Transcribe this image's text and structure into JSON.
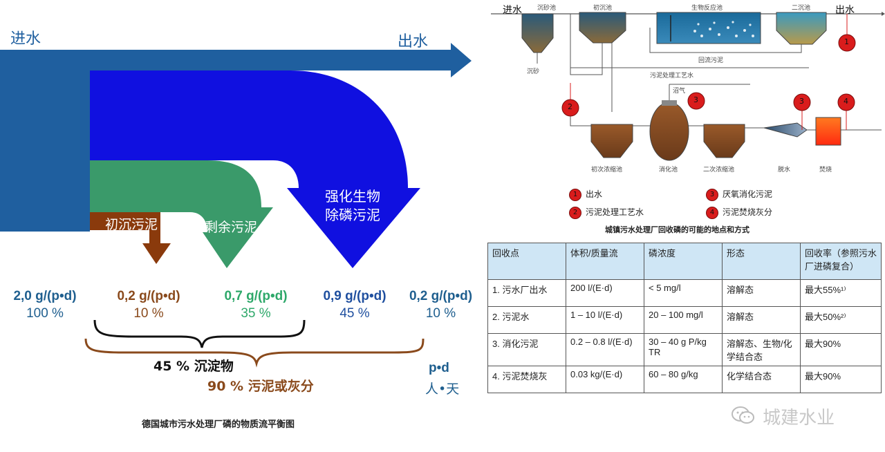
{
  "sankey": {
    "label_in": "进水",
    "label_out": "出水",
    "flow_primary": "初沉污泥",
    "flow_excess": "剩余污泥",
    "flow_bio_line1": "强化生物",
    "flow_bio_line2": "除磷污泥",
    "values": [
      {
        "mass": "2,0 g/(p•d)",
        "pct": "100 %",
        "color": "#1f5f8f"
      },
      {
        "mass": "0,2 g/(p•d)",
        "pct": "10 %",
        "color": "#8a4a1c"
      },
      {
        "mass": "0,7 g/(p•d)",
        "pct": "35 %",
        "color": "#2ea86a"
      },
      {
        "mass": "0,9 g/(p•d)",
        "pct": "45 %",
        "color": "#1f4f9f"
      },
      {
        "mass": "0,2 g/(p•d)",
        "pct": "10 %",
        "color": "#1f5f8f"
      }
    ],
    "sum_sediment": "45 % 沉淀物",
    "sum_sludge": "90 % 污泥或灰分",
    "unit_line1": "p•d",
    "unit_line2": "人•天",
    "caption": "德国城市污水处理厂磷的物质流平衡图"
  },
  "process": {
    "in": "进水",
    "out": "出水",
    "grit_tank": "沉砂池",
    "grit": "沉砂",
    "primary_tank": "初沉池",
    "bio_tank": "生物反应池",
    "secondary_tank": "二沉池",
    "return_sludge": "回流污泥",
    "process_water": "污泥处理工艺水",
    "biogas": "沼气",
    "thickener1": "初次浓缩池",
    "digester": "消化池",
    "thickener2": "二次浓缩池",
    "dewater": "脱水",
    "incinerate": "焚烧",
    "markers": [
      "1",
      "2",
      "3",
      "3",
      "4"
    ],
    "legend": [
      {
        "num": "1",
        "text": "出水"
      },
      {
        "num": "3",
        "text": "厌氧消化污泥"
      },
      {
        "num": "2",
        "text": "污泥处理工艺水"
      },
      {
        "num": "4",
        "text": "污泥焚烧灰分"
      }
    ],
    "caption": "城镇污水处理厂回收磷的可能的地点和方式"
  },
  "table": {
    "headers": [
      "回收点",
      "体积/质量流",
      "磷浓度",
      "形态",
      "回收率（参照污水厂进磷复合）"
    ],
    "rows": [
      [
        "1. 污水厂出水",
        "200 l/(E·d)",
        "< 5 mg/l",
        "溶解态",
        "最大55%¹⁾"
      ],
      [
        "2. 污泥水",
        "1 – 10 l/(E·d)",
        "20 – 100 mg/l",
        "溶解态",
        "最大50%²⁾"
      ],
      [
        "3. 消化污泥",
        "0.2 – 0.8 l/(E·d)",
        "30 – 40 g P/kg TR",
        "溶解态、生物/化学结合态",
        "最大90%"
      ],
      [
        "4. 污泥焚烧灰",
        "0.03 kg/(E·d)",
        "60 – 80 g/kg",
        "化学结合态",
        "最大90%"
      ]
    ]
  },
  "watermark": "城建水业",
  "colors": {
    "water": "#1f5f9f",
    "bio": "#1010e0",
    "excess": "#3a9a6a",
    "primary": "#8a3a0c",
    "brace_brown": "#8a4a1c"
  }
}
